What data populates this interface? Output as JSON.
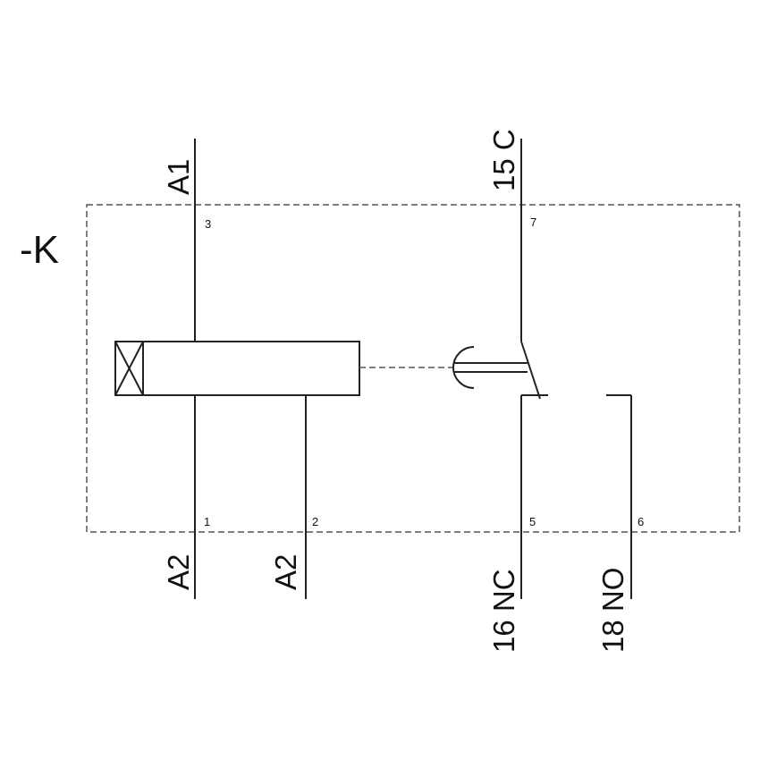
{
  "device": {
    "designation": "-K"
  },
  "terminals": {
    "a1_top": "A1",
    "c15_top": "15 C",
    "a2_left": "A2",
    "a2_right": "A2",
    "nc16": "16 NC",
    "no18": "18 NO"
  },
  "pins": {
    "p3": "3",
    "p7": "7",
    "p1": "1",
    "p2": "2",
    "p5": "5",
    "p6": "6"
  }
}
